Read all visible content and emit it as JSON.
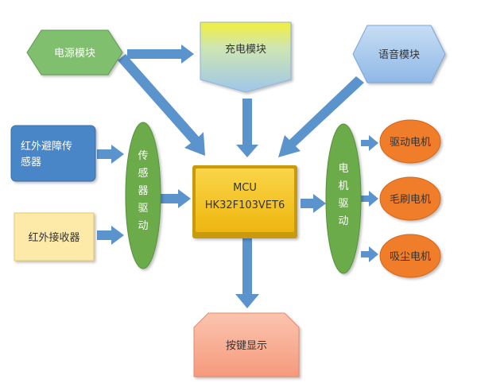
{
  "nodes": {
    "power": "电源模块",
    "charging": "充电模块",
    "voice": "语音模块",
    "ir_obstacle_line1": "红外避障传",
    "ir_obstacle_line2": "感器",
    "ir_receiver": "红外接收器",
    "sensor_driver": [
      "传",
      "感",
      "器",
      "驱",
      "动"
    ],
    "mcu_line1": "MCU",
    "mcu_line2": "HK32F103VET6",
    "motor_driver": [
      "电",
      "机",
      "驱",
      "动"
    ],
    "drive_motor": "驱动电机",
    "brush_motor": "毛刷电机",
    "vacuum_motor": "吸尘电机",
    "key_display": "按键显示"
  },
  "colors": {
    "green": "#7fbf6e",
    "green_dark": "#5f9a50",
    "green_bar": "#6cab4a",
    "blue_box": "#4a86c8",
    "yellow_box": "#fde9a8",
    "mcu": "#f6c619",
    "mcu_dark": "#c99a08",
    "orange": "#f07d2a",
    "salmon": "#f8a98e",
    "voice": "#9ec3ea",
    "arrow": "#5b93cd"
  }
}
